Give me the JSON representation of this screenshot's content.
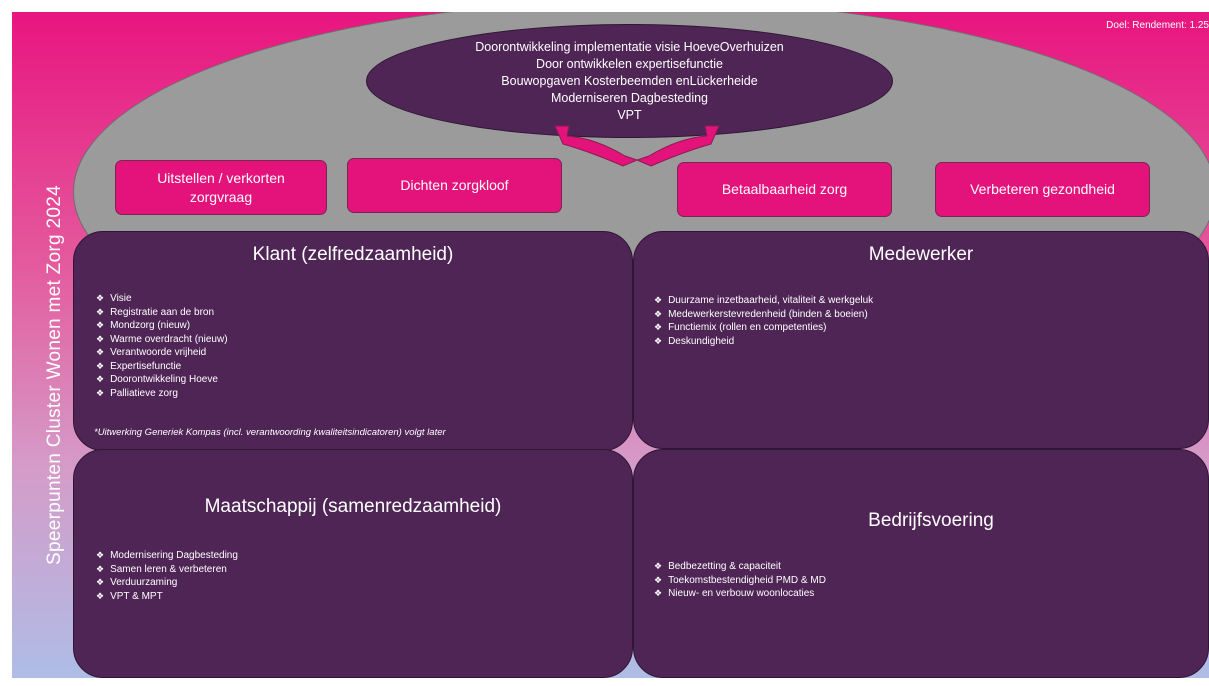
{
  "goal_label": "Doel: Rendement: 1.25",
  "side_title": "Speerpunten Cluster Wonen met Zorg  2024",
  "top_ellipse": {
    "lines": [
      "Doorontwikkeling implementatie visie HoeveOverhuizen",
      "Door ontwikkelen expertisefunctie",
      "Bouwopgaven Kosterbeemden enLückerheide",
      "Moderniseren Dagbesteding",
      "VPT"
    ]
  },
  "pillars": [
    {
      "label": "Uitstellen / verkorten zorgvraag"
    },
    {
      "label": "Dichten zorgkloof"
    },
    {
      "label": "Betaalbaarheid zorg"
    },
    {
      "label": "Verbeteren gezondheid"
    }
  ],
  "quadrants": {
    "klant": {
      "title": "Klant (zelfredzaamheid)",
      "items": [
        "Visie",
        "Registratie aan de bron",
        "Mondzorg (nieuw)",
        "Warme overdracht (nieuw)",
        "Verantwoorde vrijheid",
        "Expertisefunctie",
        "Doorontwikkeling Hoeve",
        "Palliatieve zorg"
      ],
      "note": "*Uitwerking Generiek Kompas (incl. verantwoording kwaliteitsindicatoren) volgt later"
    },
    "medewerker": {
      "title": "Medewerker",
      "items": [
        "Duurzame inzetbaarheid, vitaliteit & werkgeluk",
        "Medewerkerstevredenheid (binden & boeien)",
        "Functiemix (rollen en competenties)",
        "Deskundigheid"
      ]
    },
    "maatschappij": {
      "title": "Maatschappij (samenredzaamheid)",
      "items": [
        "Modernisering Dagbesteding",
        "Samen leren & verbeteren",
        "Verduurzaming",
        "VPT & MPT"
      ]
    },
    "bedrijfsvoering": {
      "title": "Bedrijfsvoering",
      "items": [
        "Bedbezetting & capaciteit",
        "Toekomstbestendigheid PMD & MD",
        "Nieuw- en verbouw woonlocaties"
      ]
    }
  },
  "colors": {
    "magenta": "#e4127b",
    "purple": "#4f2556",
    "grey": "#9b9b9b"
  }
}
